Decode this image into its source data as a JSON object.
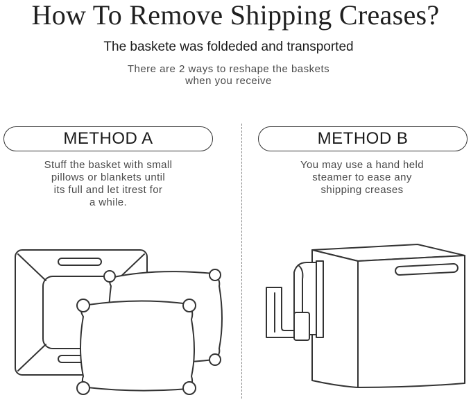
{
  "header": {
    "title": "How To Remove Shipping Creases?",
    "subtitle": "The baskete was foldeded and transported",
    "intro_lines": [
      "There are 2 ways to reshape the baskets",
      "when you receive"
    ]
  },
  "methods": [
    {
      "label": "METHOD A",
      "description_lines": [
        "Stuff the basket with small",
        "pillows or blankets until",
        "its full and let itrest for",
        "a while."
      ],
      "illustration": "basket-with-pillows-icon"
    },
    {
      "label": "METHOD B",
      "description_lines": [
        "You may use a hand held",
        "steamer to ease any",
        "shipping  creases"
      ],
      "illustration": "hand-steamer-and-basket-icon"
    }
  ],
  "colors": {
    "line": "#333333",
    "text": "#1a1a1a",
    "muted_text": "#4a4a4a",
    "background": "#ffffff"
  }
}
